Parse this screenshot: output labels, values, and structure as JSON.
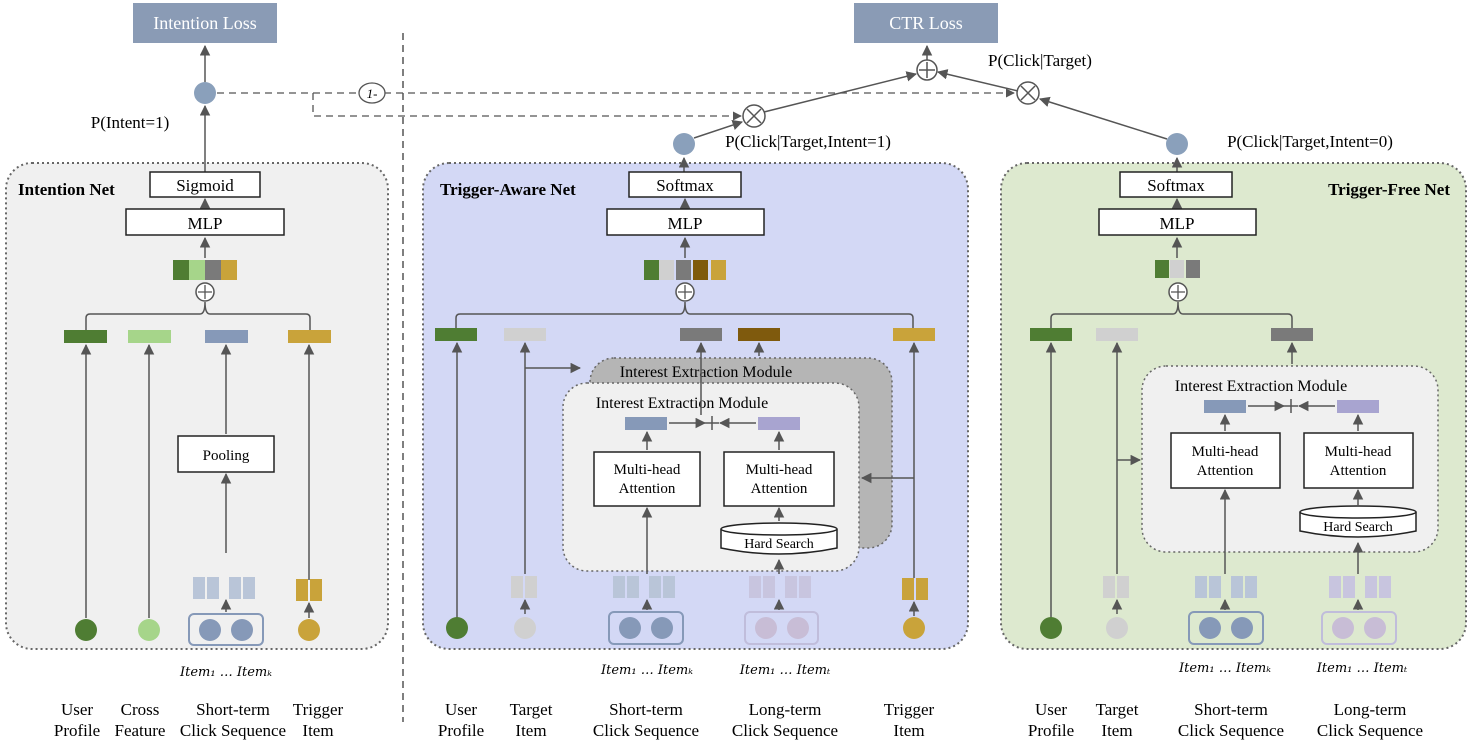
{
  "top": {
    "intention_loss": "Intention Loss",
    "ctr_loss": "CTR Loss",
    "p_intent": "P(Intent=1)",
    "p_click_target": "P(Click|Target)",
    "p_click_intent1": "P(Click|Target,Intent=1)",
    "p_click_intent0": "P(Click|Target,Intent=0)",
    "one_minus": "1-",
    "plus": "+",
    "times": "×"
  },
  "intention_net": {
    "title": "Intention Net",
    "sigmoid": "Sigmoid",
    "mlp": "MLP",
    "pooling": "Pooling",
    "item_range": "Item₁ … Itemₖ",
    "inputs": [
      {
        "line1": "User",
        "line2": "Profile"
      },
      {
        "line1": "Cross",
        "line2": "Feature"
      },
      {
        "line1": "Short-term",
        "line2": "Click Sequence"
      },
      {
        "line1": "Trigger",
        "line2": "Item"
      }
    ]
  },
  "trigger_aware_net": {
    "title": "Trigger-Aware Net",
    "softmax": "Softmax",
    "mlp": "MLP",
    "module_back": "Interest Extraction Module",
    "module_front": "Interest Extraction Module",
    "mha_left_1": "Multi-head",
    "mha_left_2": "Attention",
    "mha_right_1": "Multi-head",
    "mha_right_2": "Attention",
    "hard_search": "Hard Search",
    "item_range_k": "Item₁ … Itemₖ",
    "item_range_t": "Item₁ … Itemₜ",
    "inputs": [
      {
        "line1": "User",
        "line2": "Profile"
      },
      {
        "line1": "Target",
        "line2": "Item"
      },
      {
        "line1": "Short-term",
        "line2": "Click Sequence"
      },
      {
        "line1": "Long-term",
        "line2": "Click Sequence"
      },
      {
        "line1": "Trigger",
        "line2": "Item"
      }
    ]
  },
  "trigger_free_net": {
    "title": "Trigger-Free Net",
    "softmax": "Softmax",
    "mlp": "MLP",
    "module": "Interest Extraction Module",
    "mha_left_1": "Multi-head",
    "mha_left_2": "Attention",
    "mha_right_1": "Multi-head",
    "mha_right_2": "Attention",
    "hard_search": "Hard Search",
    "item_range_k": "Item₁ … Itemₖ",
    "item_range_t": "Item₁ … Itemₜ",
    "inputs": [
      {
        "line1": "User",
        "line2": "Profile"
      },
      {
        "line1": "Target",
        "line2": "Item"
      },
      {
        "line1": "Short-term",
        "line2": "Click Sequence"
      },
      {
        "line1": "Long-term",
        "line2": "Click Sequence"
      }
    ]
  },
  "colors": {
    "loss_box": "#8a9bb5",
    "intention_bg": "#f0f0f0",
    "aware_bg": "#d3d8f5",
    "free_bg": "#dde9cf",
    "dark_green": "#4f7d33",
    "light_green": "#a6d58a",
    "gray": "#7a7a7a",
    "gold": "#c9a33a",
    "blue": "#8699b8",
    "lavender": "#a8a4d0",
    "brown": "#7f5a0d",
    "light_gray": "#d0d0d0",
    "node": "#8aa0bb"
  }
}
